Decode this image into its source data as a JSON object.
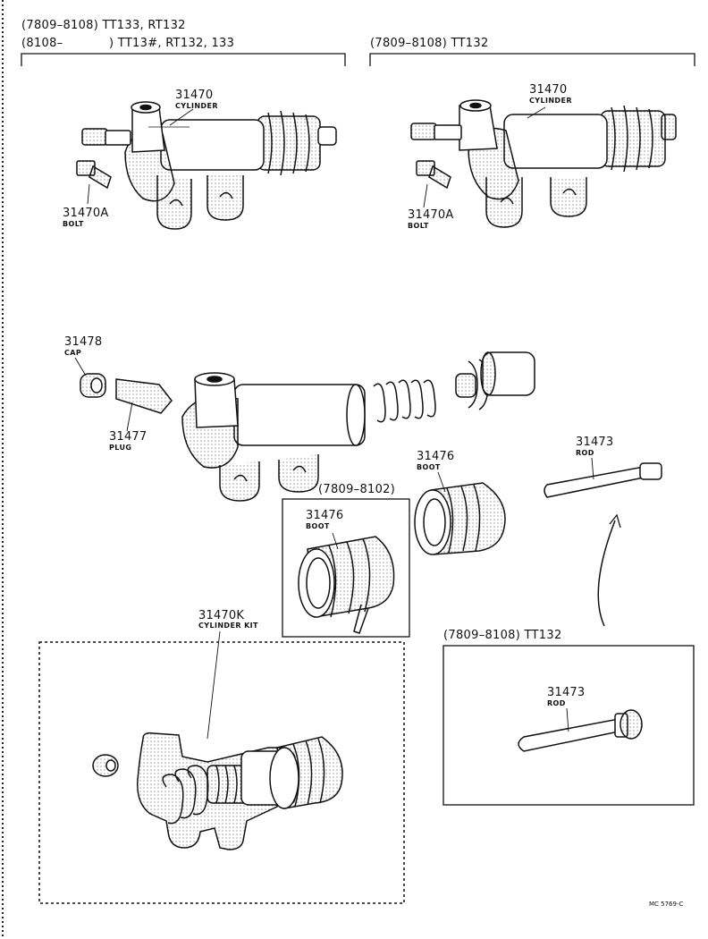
{
  "headers": {
    "left_line1": "(7809–8108) TT133, RT132",
    "left_line2_a": "(8108–",
    "left_line2_b": ") TT13#, RT132, 133",
    "right": "(7809–8108) TT132",
    "boot_box": "(7809–8102)",
    "rod_box": "(7809–8108) TT132"
  },
  "parts": {
    "cylinder_left": {
      "number": "31470",
      "name": "CYLINDER"
    },
    "bolt_left": {
      "number": "31470A",
      "name": "BOLT"
    },
    "cylinder_right": {
      "number": "31470",
      "name": "CYLINDER"
    },
    "bolt_right": {
      "number": "31470A",
      "name": "BOLT"
    },
    "cap": {
      "number": "31478",
      "name": "CAP"
    },
    "plug": {
      "number": "31477",
      "name": "PLUG"
    },
    "boot_main": {
      "number": "31476",
      "name": "BOOT"
    },
    "boot_box": {
      "number": "31476",
      "name": "BOOT"
    },
    "rod_main": {
      "number": "31473",
      "name": "ROD"
    },
    "rod_box": {
      "number": "31473",
      "name": "ROD"
    },
    "cylinder_kit": {
      "number": "31470K",
      "name": "CYLINDER KIT"
    }
  },
  "drawing_code": "MC 5769-C"
}
